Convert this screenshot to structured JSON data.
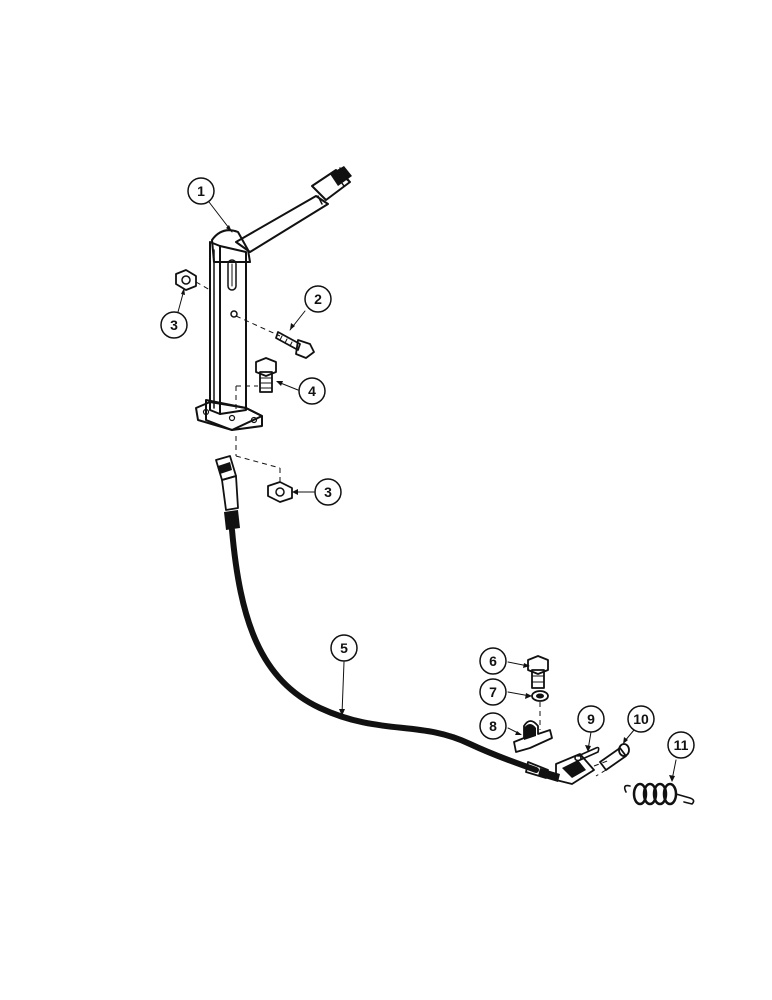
{
  "callouts": [
    {
      "id": "c1",
      "label": "1"
    },
    {
      "id": "c2",
      "label": "2"
    },
    {
      "id": "c3a",
      "label": "3"
    },
    {
      "id": "c4",
      "label": "4"
    },
    {
      "id": "c3b",
      "label": "3"
    },
    {
      "id": "c5",
      "label": "5"
    },
    {
      "id": "c6",
      "label": "6"
    },
    {
      "id": "c7",
      "label": "7"
    },
    {
      "id": "c8",
      "label": "8"
    },
    {
      "id": "c9",
      "label": "9"
    },
    {
      "id": "c10",
      "label": "10"
    },
    {
      "id": "c11",
      "label": "11"
    }
  ],
  "colors": {
    "ink": "#111111",
    "paper": "#ffffff"
  }
}
